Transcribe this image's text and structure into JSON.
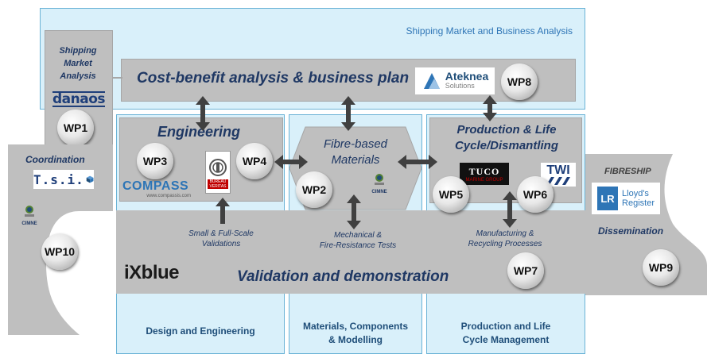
{
  "shipping_market": {
    "banner_label": "Shipping Market and Business Analysis",
    "side_label_line1": "Shipping",
    "side_label_line2": "Market",
    "side_label_line3": "Analysis"
  },
  "cost_benefit": {
    "title": "Cost-benefit analysis & business plan"
  },
  "engineering": {
    "title": "Engineering"
  },
  "fibre": {
    "title_line1": "Fibre-based",
    "title_line2": "Materials"
  },
  "production": {
    "title_line1": "Production & Life",
    "title_line2": "Cycle/Dismantling"
  },
  "coordination": {
    "label": "Coordination"
  },
  "fibreship": {
    "label": "FIBRESHIP",
    "dissemination": "Dissemination"
  },
  "validation": {
    "title": "Validation and demonstration",
    "small_full_line1": "Small & Full-Scale",
    "small_full_line2": "Validations",
    "mech_line1": "Mechanical &",
    "mech_line2": "Fire-Resistance Tests",
    "manuf_line1": "Manufacturing &",
    "manuf_line2": "Recycling Processes"
  },
  "columns": {
    "design": "Design and Engineering",
    "materials_line1": "Materials, Components",
    "materials_line2": "& Modelling",
    "production_line1": "Production and Life",
    "production_line2": "Cycle Management"
  },
  "work_packages": {
    "wp1": "WP1",
    "wp2": "WP2",
    "wp3": "WP3",
    "wp4": "WP4",
    "wp5": "WP5",
    "wp6": "WP6",
    "wp7": "WP7",
    "wp8": "WP8",
    "wp9": "WP9",
    "wp10": "WP10"
  },
  "logos": {
    "danaos": "danaos",
    "ateknea_name": "Ateknea",
    "ateknea_sub": "Solutions",
    "compass": "COMPASS",
    "compass_sub": "www.compassis.com",
    "tsi": "T.s.i.",
    "cimne": "CIMNE",
    "tuco": "TUCO",
    "tuco_sub": "MARINE GROUP",
    "twi": "TWI",
    "ixblue": "iXblue",
    "lr_initials": "LR",
    "lr_line1": "Lloyd's",
    "lr_line2": "Register",
    "bureau_veritas": "BUREAU VERITAS"
  },
  "colors": {
    "light_blue_fill": "#d9f0fa",
    "blue_border": "#6bb3d6",
    "gray_fill": "#bfbfbf",
    "title_navy": "#1f3864",
    "column_label": "#1f4e79",
    "arrow": "#404040"
  }
}
